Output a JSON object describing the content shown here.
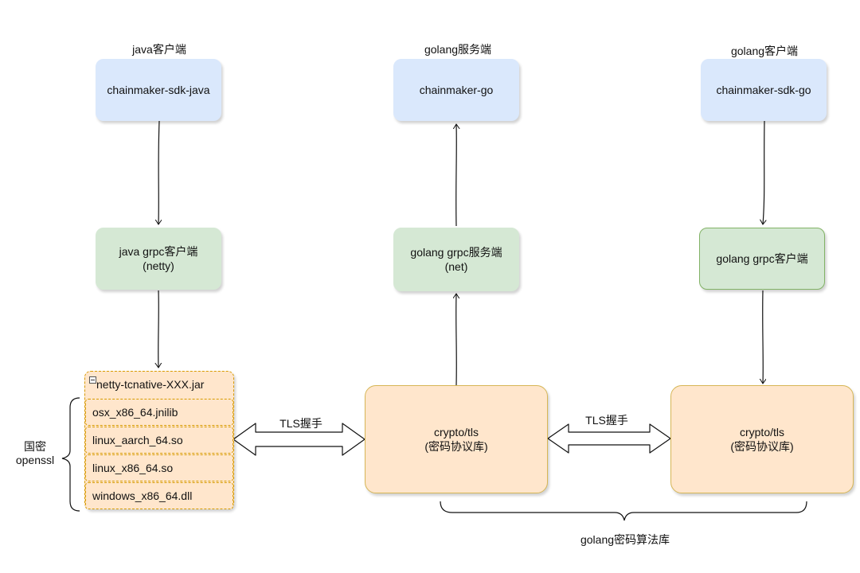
{
  "columns": {
    "java_client": {
      "header": "java客户端",
      "sdk": "chainmaker-sdk-java",
      "grpc_line1": "java grpc客户端",
      "grpc_line2": "(netty)"
    },
    "go_server": {
      "header": "golang服务端",
      "app": "chainmaker-go",
      "grpc_line1": "golang grpc服务端",
      "grpc_line2": "(net)"
    },
    "go_client": {
      "header": "golang客户端",
      "sdk": "chainmaker-sdk-go",
      "grpc_line1": "golang grpc客户端"
    }
  },
  "native_libs": {
    "title": "netty-tcnative-XXX.jar",
    "items": [
      "osx_x86_64.jnilib",
      "linux_aarch_64.so",
      "linux_x86_64.so",
      "windows_x86_64.dll"
    ],
    "group_line1": "国密",
    "group_line2": "openssl"
  },
  "crypto_box": {
    "line1": "crypto/tls",
    "line2": "(密码协议库)"
  },
  "handshake_label": "TLS握手",
  "bottom_brace_label": "golang密码算法库",
  "colors": {
    "blue_fill": "#dae8fc",
    "green_fill": "#d5e8d4",
    "green_stroke": "#82b366",
    "orange_fill": "#ffe6cc",
    "orange_stroke": "#d6b656"
  }
}
